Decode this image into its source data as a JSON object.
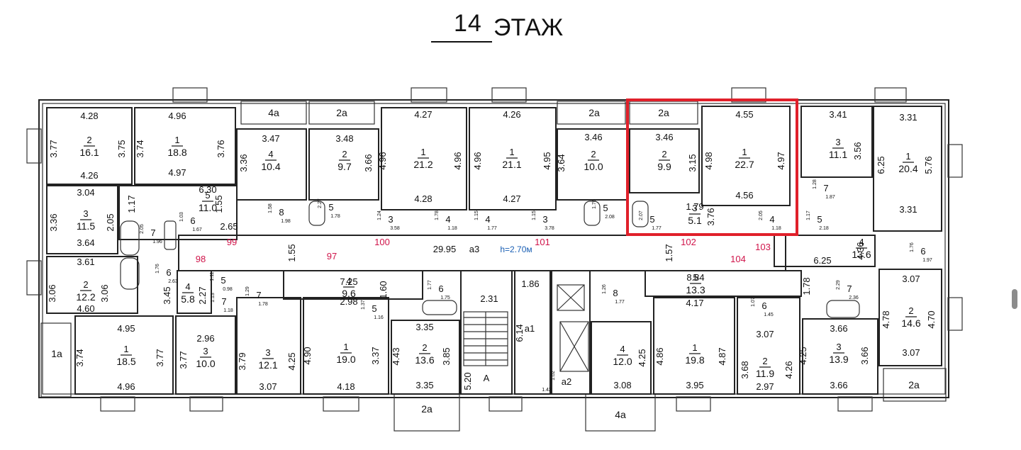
{
  "title": {
    "number": "14",
    "word": "ЭТАЖ"
  },
  "colors": {
    "highlight": "#e0202a",
    "apartment_numbers": "#d0144a",
    "height_label": "#1a5fb4",
    "wall": "#222222"
  },
  "corridor": {
    "area": "29.95",
    "type": "а3",
    "height": "h=2.70м",
    "width_left": "1.55",
    "width_right": "1.57",
    "length_right": "6.25"
  },
  "apartments": [
    "99",
    "98",
    "97",
    "100",
    "101",
    "102",
    "104",
    "103"
  ],
  "balconies": [
    "4а",
    "2а",
    "2а",
    "2а",
    "1а",
    "2а",
    "2а",
    "4а"
  ],
  "core": {
    "lobby": "1.86",
    "stair_w": "2.31",
    "stair_len": "6.14",
    "stair_type": "а1",
    "lift_w": "5.20",
    "lift_letter": "A",
    "shaft": "а2",
    "shaft_dim_a": "1.02",
    "shaft_dim_b": "1.42"
  },
  "rooms": [
    {
      "type": "2",
      "area": "16.1",
      "top": "4.28",
      "bottom": "4.26",
      "left": "3.77",
      "right": "3.75"
    },
    {
      "type": "1",
      "area": "18.8",
      "top": "4.96",
      "bottom": "4.97",
      "left": "3.74",
      "right": "3.76"
    },
    {
      "type": "4",
      "area": "10.4",
      "top": "3.47",
      "left": "3.36"
    },
    {
      "type": "2",
      "area": "9.7",
      "top": "3.48",
      "right": "3.66"
    },
    {
      "type": "1",
      "area": "21.2",
      "top": "4.27",
      "bottom": "4.28",
      "left": "4.96",
      "right": "4.96"
    },
    {
      "type": "1",
      "area": "21.1",
      "top": "4.26",
      "bottom": "4.27",
      "left": "4.96",
      "right": "4.95"
    },
    {
      "type": "2",
      "area": "10.0",
      "top": "3.46",
      "left": "3.64"
    },
    {
      "type": "2",
      "area": "9.9",
      "top": "3.46",
      "right": "3.15"
    },
    {
      "type": "1",
      "area": "22.7",
      "top": "4.55",
      "bottom": "4.56",
      "left": "4.98",
      "right": "4.97"
    },
    {
      "type": "3",
      "area": "11.1",
      "top": "3.41",
      "right": "3.56"
    },
    {
      "type": "1",
      "area": "20.4",
      "top": "3.31",
      "bottom": "3.31",
      "left": "6.25",
      "right": "5.76"
    },
    {
      "type": "3",
      "area": "11.5",
      "top": "3.04",
      "bottom": "3.64",
      "left": "3.36",
      "right": "2.05"
    },
    {
      "type": "5",
      "area": "11.0",
      "top": "6.30",
      "left": "1.17",
      "right": "1.55",
      "bottom": "2.65"
    },
    {
      "type": "2",
      "area": "12.2",
      "top": "3.61",
      "bottom": "4.60",
      "left": "3.06",
      "right": "3.06"
    },
    {
      "type": "4",
      "area": "5.8",
      "left": "2.27",
      "right": "3.45"
    },
    {
      "type": "4",
      "area": "9.6",
      "top": "7.25",
      "right": "1.60",
      "bottom": "2.98"
    },
    {
      "type": "1",
      "area": "18.5",
      "top": "4.95",
      "bottom": "4.96",
      "left": "3.74",
      "right": "3.77"
    },
    {
      "type": "3",
      "area": "10.0",
      "top": "2.96",
      "left": "3.77"
    },
    {
      "type": "3",
      "area": "12.1",
      "left": "3.79",
      "right": "4.25",
      "bottom": "3.07"
    },
    {
      "type": "1",
      "area": "19.0",
      "left": "4.90",
      "right": "3.37",
      "bottom": "4.18"
    },
    {
      "type": "2",
      "area": "13.6",
      "top": "3.35",
      "bottom": "3.35",
      "left": "4.43",
      "right": "3.85"
    },
    {
      "type": "4",
      "area": "12.0",
      "right": "4.25",
      "bottom": "3.08"
    },
    {
      "type": "1",
      "area": "19.8",
      "top": "4.17",
      "bottom": "3.95",
      "left": "4.86",
      "right": "4.87"
    },
    {
      "type": "2",
      "area": "11.9",
      "top": "3.07",
      "bottom": "2.97",
      "left": "3.68",
      "right": "4.26"
    },
    {
      "type": "3",
      "area": "13.9",
      "top": "3.66",
      "bottom": "3.66",
      "left": "4.25",
      "right": "3.66"
    },
    {
      "type": "2",
      "area": "14.6",
      "top": "3.07",
      "bottom": "3.07",
      "left": "4.78",
      "right": "4.70"
    },
    {
      "type": "5",
      "area": "13.3",
      "top": "8.84",
      "right": "1.78"
    },
    {
      "type": "4",
      "area": "13.6",
      "right": "4.36"
    },
    {
      "type": "3",
      "area": "5.1",
      "top": "1.79",
      "right": "3.76"
    }
  ],
  "small_rooms": [
    {
      "type": "8",
      "dims": [
        "1.58",
        "1.98"
      ]
    },
    {
      "type": "5",
      "dims": [
        "2.27",
        "1.78"
      ]
    },
    {
      "type": "6",
      "dims": [
        "1.03",
        "1.67"
      ]
    },
    {
      "type": "3",
      "dims": [
        "1.24",
        "3.58"
      ]
    },
    {
      "type": "4",
      "dims": [
        "1.78",
        "1.18"
      ]
    },
    {
      "type": "4",
      "dims": [
        "1.15",
        "1.77"
      ]
    },
    {
      "type": "3",
      "dims": [
        "1.15",
        "3.78"
      ]
    },
    {
      "type": "5",
      "dims": [
        "1.76",
        "2.08"
      ]
    },
    {
      "type": "5",
      "dims": [
        "2.07",
        "1.77"
      ]
    },
    {
      "type": "4",
      "dims": [
        "2.05",
        "1.18"
      ]
    },
    {
      "type": "7",
      "dims": [
        "1.28",
        "1.87"
      ]
    },
    {
      "type": "5",
      "dims": [
        "1.17",
        "2.18"
      ]
    },
    {
      "type": "7",
      "dims": [
        "2.05",
        "1.96"
      ]
    },
    {
      "type": "6",
      "dims": [
        "1.76",
        "2.63"
      ]
    },
    {
      "type": "5",
      "dims": [
        "1.11",
        "0.98"
      ]
    },
    {
      "type": "7",
      "dims": [
        "1.13",
        "1.18"
      ]
    },
    {
      "type": "7",
      "dims": [
        "1.29",
        "1.78"
      ]
    },
    {
      "type": "5",
      "dims": [
        "1.37",
        "1.16"
      ]
    },
    {
      "type": "6",
      "dims": [
        "1.77",
        "1.75"
      ]
    },
    {
      "type": "8",
      "dims": [
        "1.26",
        "1.77"
      ]
    },
    {
      "type": "6",
      "dims": [
        "1.07",
        "1.45"
      ]
    },
    {
      "type": "7",
      "dims": [
        "2.29",
        "2.36"
      ]
    },
    {
      "type": "6",
      "dims": [
        "1.76",
        "1.97"
      ]
    }
  ]
}
